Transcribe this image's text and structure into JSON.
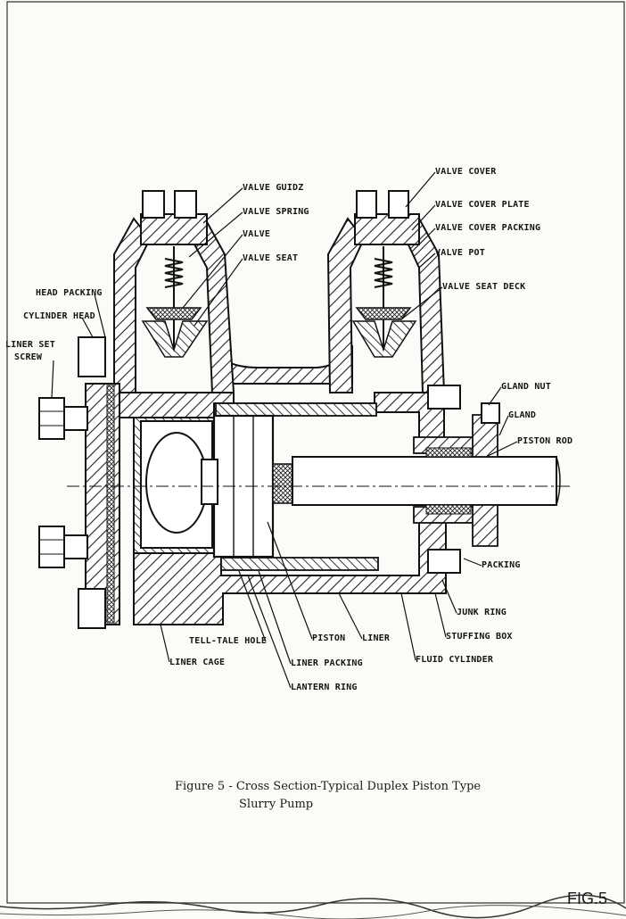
{
  "labels": {
    "valve_guide": "VALVE GUIDZ",
    "valve_spring": "VALVE SPRING",
    "valve": "VALVE",
    "valve_seat": "VALVE SEAT",
    "valve_cover": "VALVE COVER",
    "valve_cover_plate": "VALVE COVER PLATE",
    "valve_cover_packing": "VALVE COVER PACKING",
    "valve_pot": "VALVE POT",
    "valve_seat_deck": "VALVE SEAT DECK",
    "head_packing": "HEAD PACKING",
    "cylinder_head": "CYLINDER HEAD",
    "liner_set": "LINER SET",
    "screw": "SCREW",
    "gland_nut": "GLAND NUT",
    "gland": "GLAND",
    "piston_rod": "PISTON ROD",
    "packing": "PACKING",
    "junk_ring": "JUNK RING",
    "stuffing_box": "STUFFING BOX",
    "fluid_cylinder": "FLUID CYLINDER",
    "liner": "LINER",
    "piston": "PISTON",
    "tell_tale_hole": "TELL-TALE HOLE",
    "liner_cage": "LINER CAGE",
    "liner_packing": "LINER PACKING",
    "lantern_ring": "LANTERN RING"
  },
  "caption": {
    "line1": "Figure 5 - Cross Section-Typical Duplex Piston Type",
    "line2": "Slurry Pump"
  },
  "figure_tag": "FIG.5"
}
